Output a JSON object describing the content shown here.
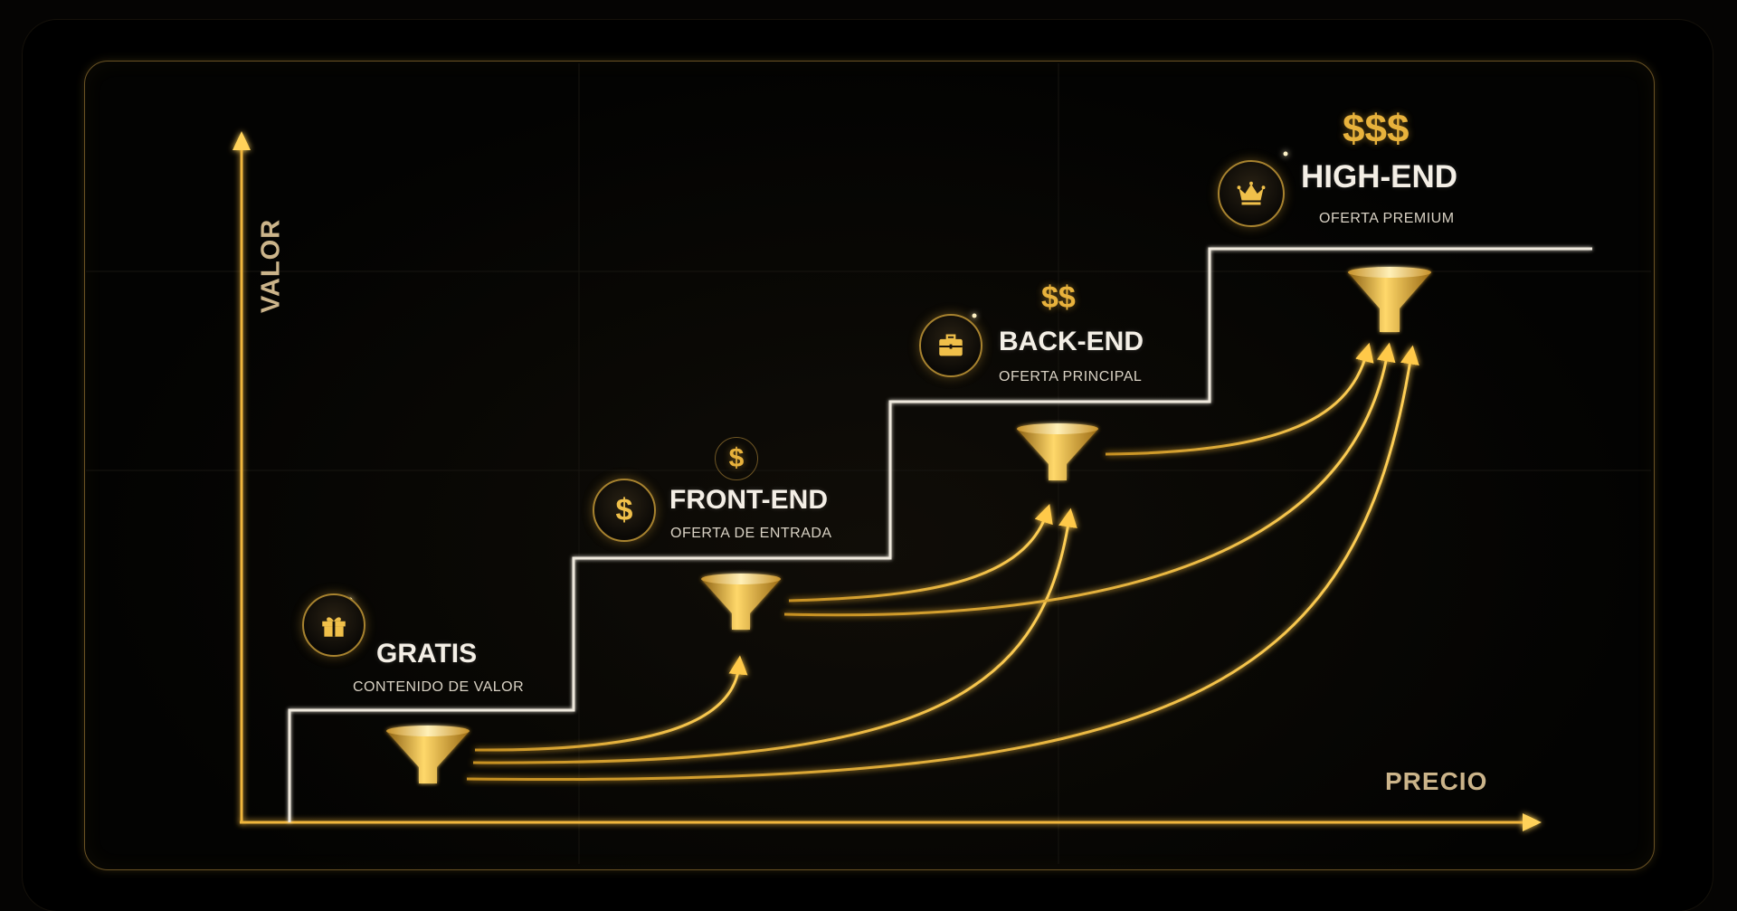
{
  "axes": {
    "y_label": "VALOR",
    "x_label": "PRECIO"
  },
  "stages": [
    {
      "title": "GRATIS",
      "subtitle": "CONTENIDO DE VALOR",
      "price": "",
      "icon": "gift-icon"
    },
    {
      "title": "FRONT-END",
      "subtitle": "OFERTA DE ENTRADA",
      "price": "$",
      "icon": "dollar-icon"
    },
    {
      "title": "BACK-END",
      "subtitle": "OFERTA PRINCIPAL",
      "price": "$$",
      "icon": "briefcase-icon"
    },
    {
      "title": "HIGH-END",
      "subtitle": "OFERTA PREMIUM",
      "price": "$$$",
      "icon": "crown-icon"
    }
  ],
  "colors": {
    "gold": "#e8b23c",
    "gold_light": "#ffd66b",
    "step_line": "#e9e4d8",
    "text": "#f4efe6",
    "axis_label": "#cbb48a"
  }
}
